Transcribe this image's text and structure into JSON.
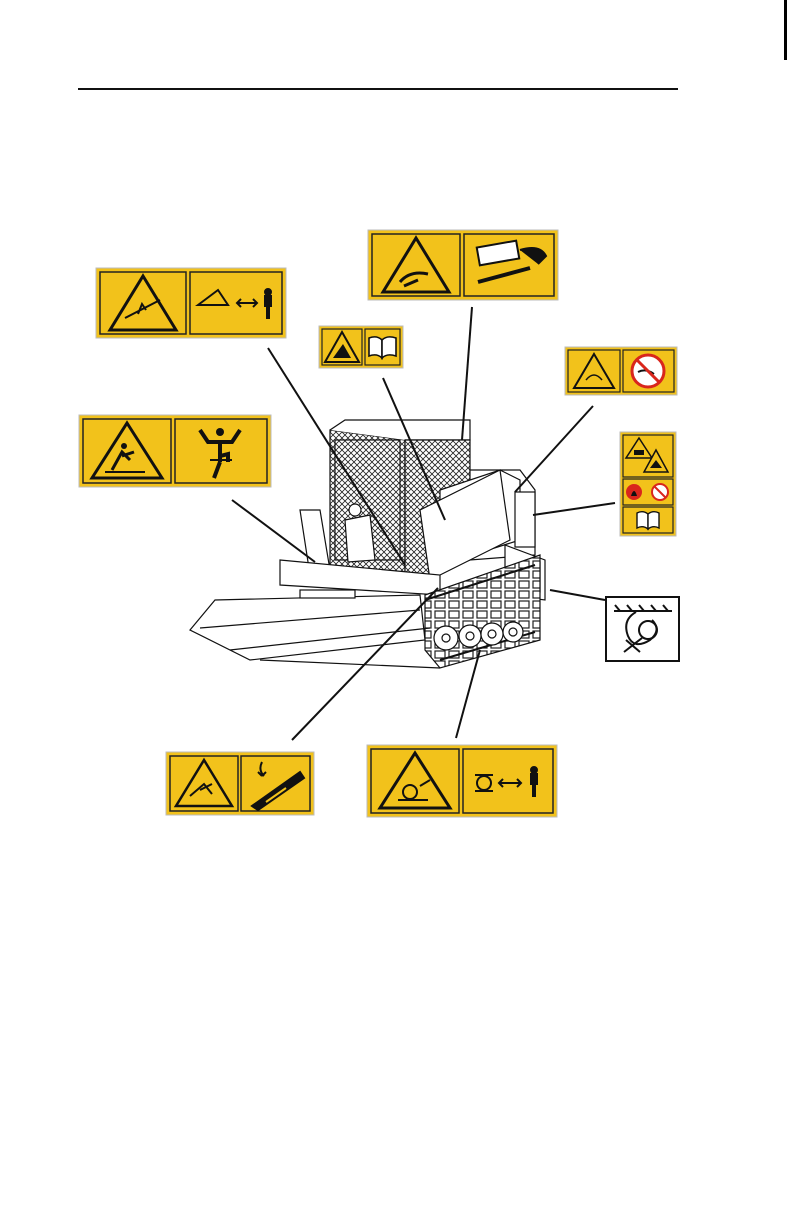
{
  "page": {
    "title": "",
    "header_rule": true
  },
  "figure": {
    "description_visible": false,
    "machine": "compact-track-loader",
    "decals": [
      {
        "id": "crush-hazard-boom",
        "icons": [
          "warning-triangle-crush-icon",
          "stay-clear-boom-icon"
        ]
      },
      {
        "id": "cut-hazard-hand",
        "icons": [
          "warning-triangle-hand-cut-icon",
          "no-reach-hand-icon"
        ]
      },
      {
        "id": "read-manual",
        "icons": [
          "warning-triangle-icon",
          "manual-book-icon"
        ]
      },
      {
        "id": "hot-surface-engine",
        "icons": [
          "warning-triangle-burn-icon",
          "no-touch-icon"
        ]
      },
      {
        "id": "fall-hazard",
        "icons": [
          "warning-triangle-fall-icon",
          "three-point-contact-icon"
        ]
      },
      {
        "id": "battery-explosion",
        "icons": [
          "warning-triangle-explosion-icon",
          "no-flame-icon",
          "manual-book-icon"
        ]
      },
      {
        "id": "tie-down-point",
        "icons": [
          "tie-down-icon"
        ]
      },
      {
        "id": "bucket-crush",
        "icons": [
          "warning-triangle-crush-icon",
          "lower-bucket-icon"
        ]
      },
      {
        "id": "track-entanglement",
        "icons": [
          "warning-triangle-track-icon",
          "stay-clear-track-icon"
        ]
      }
    ]
  },
  "colors": {
    "decal_yellow": "#f2c21b",
    "decal_border": "#222222",
    "line": "#111111",
    "no_symbol_red": "#d9261c"
  }
}
